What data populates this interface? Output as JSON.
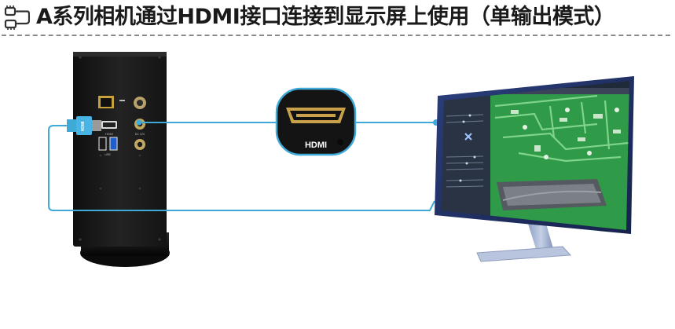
{
  "header": {
    "title": "A系列相机通过HDMI接口连接到显示屏上使用（单输出模式）",
    "icon": "cable-connection-icon"
  },
  "camera": {
    "port_labels": {
      "hdmi": "HDMI",
      "usb": "USB",
      "dc": "DC 12V",
      "cable_plug": "HDMI"
    }
  },
  "connector": {
    "label": "HDMI"
  },
  "colors": {
    "cable": "#3fa9d8",
    "camera_body": "#1b1b1b",
    "monitor_frame": "#1e2f66",
    "monitor_stand": "#9fb0d2",
    "pcb": "#2f9a48"
  }
}
